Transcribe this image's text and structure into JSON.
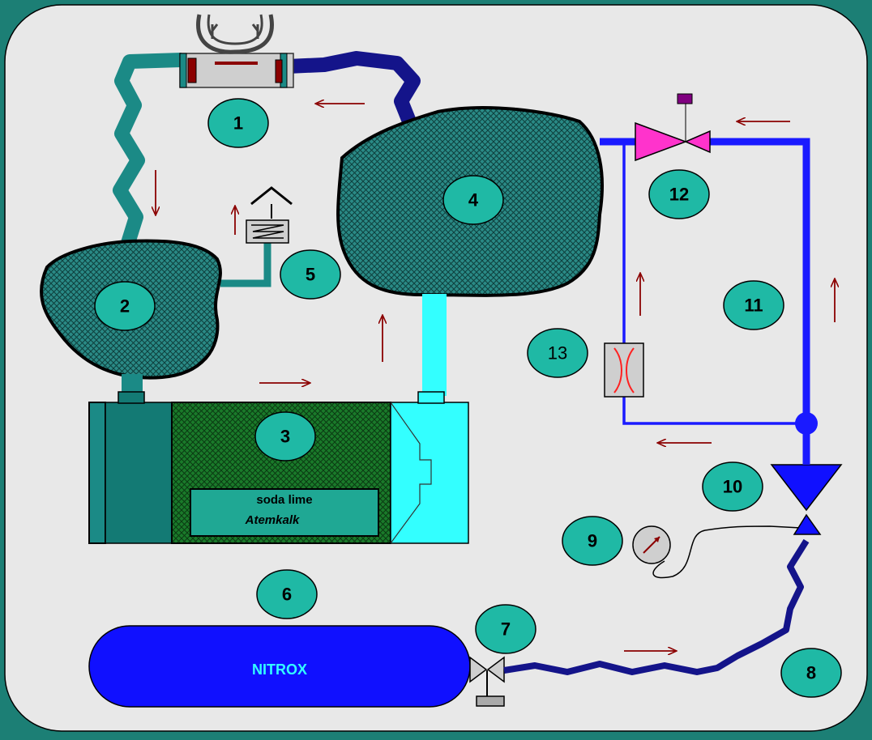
{
  "labels": {
    "n1": "1",
    "n2": "2",
    "n3": "3",
    "n4": "4",
    "n5": "5",
    "n6": "6",
    "n7": "7",
    "n8": "8",
    "n9": "9",
    "n10": "10",
    "n11": "11",
    "n12": "12",
    "n13": "13"
  },
  "absorber": {
    "line1": "soda lime",
    "line2": "Atemkalk"
  },
  "cylinder": {
    "label": "NITROX"
  },
  "colors": {
    "frame": "#1c7f75",
    "panel": "#e8e8e8",
    "teal_hose": "#1b8a86",
    "navy_hose": "#14148a",
    "blue_line": "#1a1aff",
    "cyan": "#33ffff",
    "marker": "#1fb9a5",
    "arrow": "#8b0000",
    "magenta": "#ff33cc",
    "bag": "#2a8a86"
  }
}
